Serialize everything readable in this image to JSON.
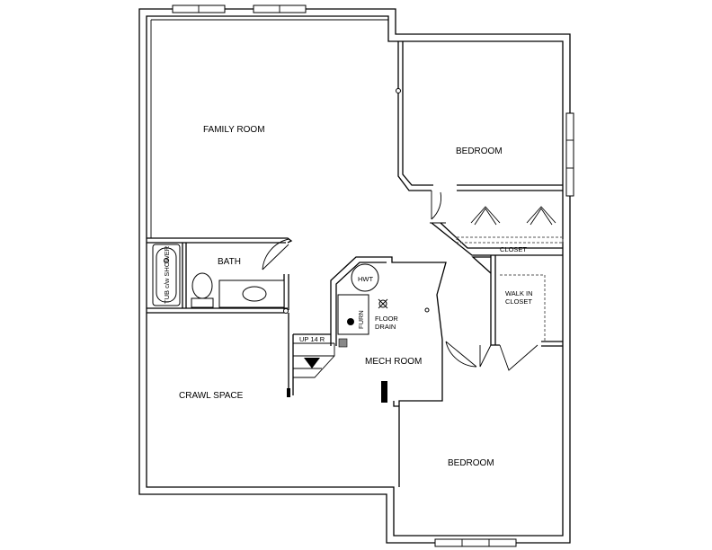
{
  "rooms": {
    "family_room": "FAMILY ROOM",
    "bedroom_upper": "BEDROOM",
    "closet": "CLOSET",
    "bath": "BATH",
    "tub": "TUB c/w SHOWER",
    "hwt": "HWT",
    "furnace": "FURN",
    "floor_drain_1": "FLOOR",
    "floor_drain_2": "DRAIN",
    "walk_in_1": "WALK IN",
    "walk_in_2": "CLOSET",
    "stairs": "UP 14 R",
    "mech_room": "MECH ROOM",
    "crawl_space": "CRAWL SPACE",
    "bedroom_lower": "BEDROOM"
  }
}
